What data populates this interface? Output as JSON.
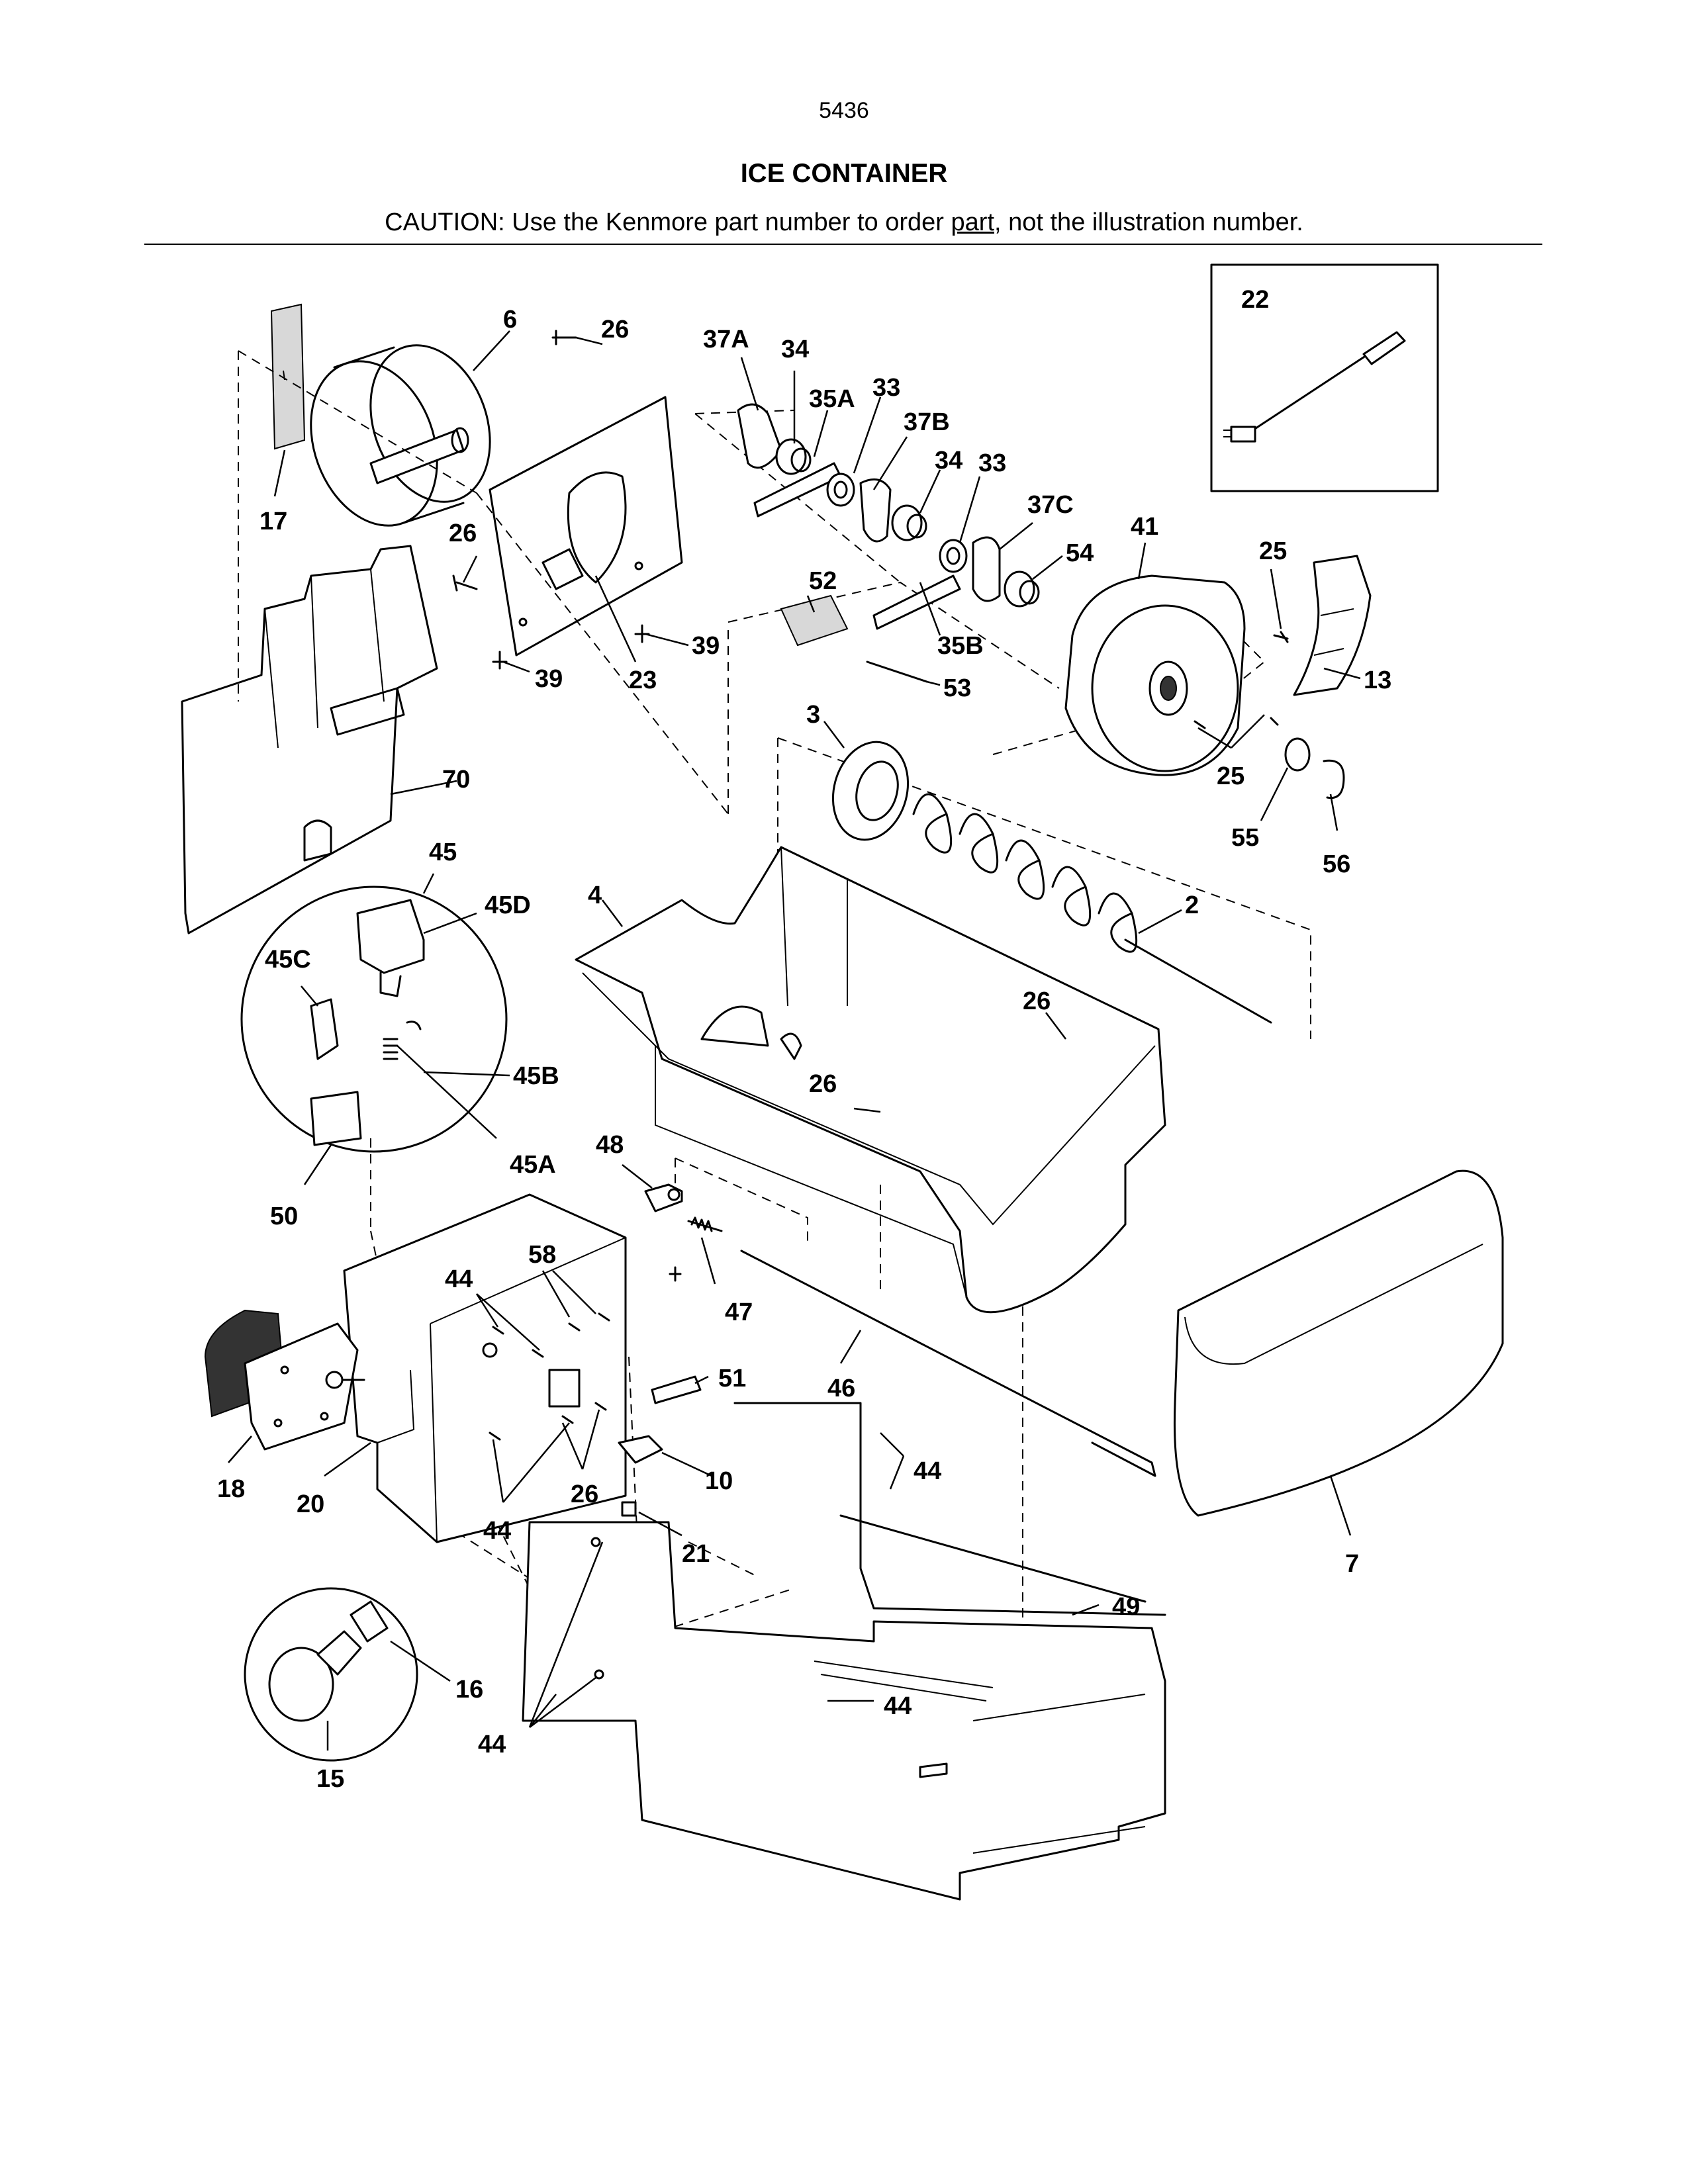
{
  "header": {
    "page_number": "5436",
    "title": "ICE CONTAINER",
    "caution_prefix": "CAUTION: Use the Kenmore part number to order ",
    "caution_link": "part",
    "caution_suffix": ", not the illustration number."
  },
  "callouts": {
    "c22": "22",
    "c6": "6",
    "c26a": "26",
    "c37A": "37A",
    "c34a": "34",
    "c35A": "35A",
    "c33a": "33",
    "c37B": "37B",
    "c34b": "34",
    "c33b": "33",
    "c37C": "37C",
    "c54": "54",
    "c41": "41",
    "c25a": "25",
    "c17": "17",
    "c26b": "26",
    "c52": "52",
    "c35B": "35B",
    "c53": "53",
    "c13": "13",
    "c39a": "39",
    "c39b": "39",
    "c23": "23",
    "c3": "3",
    "c25b": "25",
    "c55": "55",
    "c56": "56",
    "c70": "70",
    "c45": "45",
    "c45D": "45D",
    "c4": "4",
    "c2": "2",
    "c45C": "45C",
    "c26c": "26",
    "c45B": "45B",
    "c26d": "26",
    "c45A": "45A",
    "c48": "48",
    "c50": "50",
    "c58": "58",
    "c44a": "44",
    "c47": "47",
    "c51": "51",
    "c46": "46",
    "c10": "10",
    "c44b": "44",
    "c18": "18",
    "c20": "20",
    "c26e": "26",
    "c44c": "44",
    "c21": "21",
    "c7": "7",
    "c49": "49",
    "c16": "16",
    "c44d": "44",
    "c44e": "44",
    "c15": "15"
  }
}
